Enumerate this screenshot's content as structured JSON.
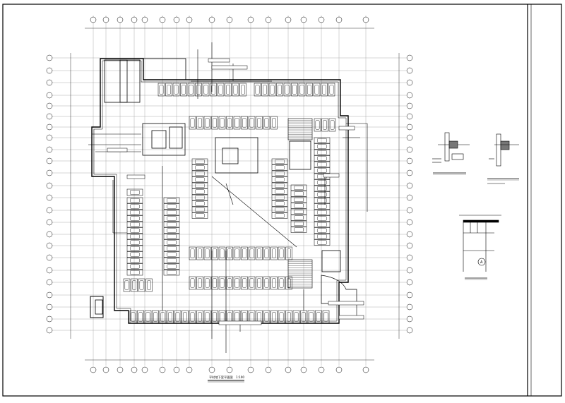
{
  "drawing": {
    "main_plan_title": "平时地下室平面图",
    "main_plan_scale": "1:100",
    "detail_label_a": "A",
    "colors": {
      "paper": "#ffffff",
      "ink": "#000000",
      "grid": "#9a9a9a",
      "hatch": "#333333"
    }
  }
}
